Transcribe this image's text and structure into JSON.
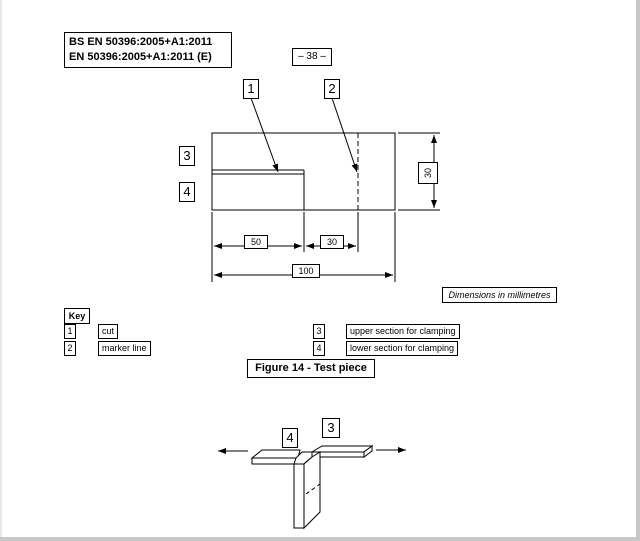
{
  "header": {
    "standard_line1": "BS EN 50396:2005+A1:2011",
    "standard_line2": "EN 50396:2005+A1:2011 (E)",
    "page_number": "– 38 –"
  },
  "drawing": {
    "callouts": [
      "1",
      "2",
      "3",
      "4"
    ],
    "dimensions": {
      "left": "50",
      "middle": "30",
      "total": "100",
      "height": "30"
    },
    "note": "Dimensions in millimetres"
  },
  "key": {
    "heading": "Key",
    "items": [
      {
        "number": "1",
        "label": "cut"
      },
      {
        "number": "2",
        "label": "marker line"
      },
      {
        "number": "3",
        "label": "upper section for clamping"
      },
      {
        "number": "4",
        "label": "lower section for clamping"
      }
    ]
  },
  "figure": {
    "caption": "Figure 14 - Test piece",
    "callouts": [
      "4",
      "3"
    ]
  }
}
